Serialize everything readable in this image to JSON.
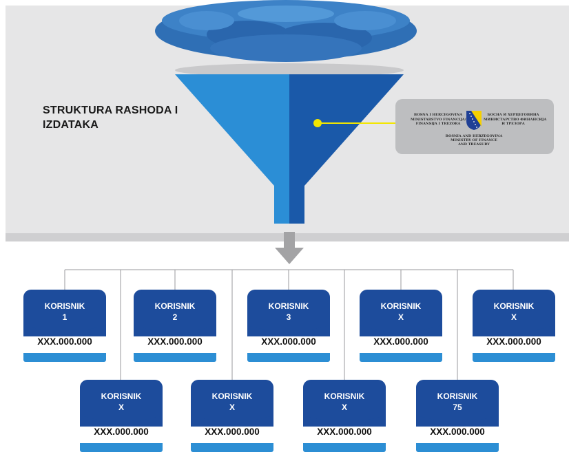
{
  "title": "STRUKTURA RASHODA I IZDATAKA",
  "ministry": {
    "line_left_1": "BOSNA I HERCEGOVINA",
    "line_left_2": "MINISTARSTVO FINANCIJA/",
    "line_left_3": "FINANSIJA I TREZORA",
    "line_right_1": "БОСНА И ХЕРЦЕГОВИНА",
    "line_right_2": "МИНИСТАРСТВО ФИНАНСИЈА",
    "line_right_3": "И ТРЕЗОРА",
    "line_bottom_1": "BOSNIA AND HERZEGOVINA",
    "line_bottom_2": "MINISTRY OF FINANCE",
    "line_bottom_3": "AND TREASURY"
  },
  "colors": {
    "card_blue": "#1d4c9c",
    "card_bar": "#2c8ed4",
    "funnel_light": "#2b8ed6",
    "funnel_dark": "#1a59a9",
    "connector_yellow": "#f2e600"
  },
  "cards": [
    {
      "label_1": "KORISNIK",
      "label_2": "1",
      "value": "XXX.000.000"
    },
    {
      "label_1": "KORISNIK",
      "label_2": "2",
      "value": "XXX.000.000"
    },
    {
      "label_1": "KORISNIK",
      "label_2": "3",
      "value": "XXX.000.000"
    },
    {
      "label_1": "KORISNIK",
      "label_2": "X",
      "value": "XXX.000.000"
    },
    {
      "label_1": "KORISNIK",
      "label_2": "X",
      "value": "XXX.000.000"
    },
    {
      "label_1": "KORISNIK",
      "label_2": "X",
      "value": "XXX.000.000"
    },
    {
      "label_1": "KORISNIK",
      "label_2": "X",
      "value": "XXX.000.000"
    },
    {
      "label_1": "KORISNIK",
      "label_2": "X",
      "value": "XXX.000.000"
    },
    {
      "label_1": "KORISNIK",
      "label_2": "75",
      "value": "XXX.000.000"
    }
  ]
}
